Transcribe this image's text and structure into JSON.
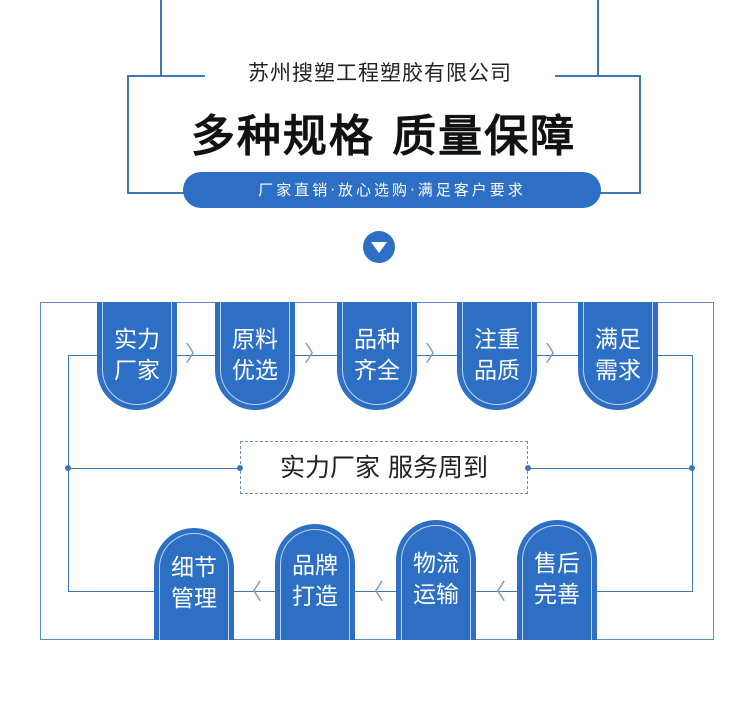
{
  "header": {
    "company": "苏州搜塑工程塑胶有限公司",
    "headline": "多种规格  质量保障",
    "slogan": "厂家直销·放心选购·满足客户要求"
  },
  "flow": {
    "top_steps": [
      {
        "line1": "实力",
        "line2": "厂家"
      },
      {
        "line1": "原料",
        "line2": "优选"
      },
      {
        "line1": "品种",
        "line2": "齐全"
      },
      {
        "line1": "注重",
        "line2": "品质"
      },
      {
        "line1": "满足",
        "line2": "需求"
      }
    ],
    "center_label": "实力厂家 服务周到",
    "bottom_steps": [
      {
        "line1": "细节",
        "line2": "管理"
      },
      {
        "line1": "品牌",
        "line2": "打造"
      },
      {
        "line1": "物流",
        "line2": "运输"
      },
      {
        "line1": "售后",
        "line2": "完善"
      }
    ]
  },
  "colors": {
    "accent": "#2c6fc4",
    "line": "#3d77b8"
  }
}
